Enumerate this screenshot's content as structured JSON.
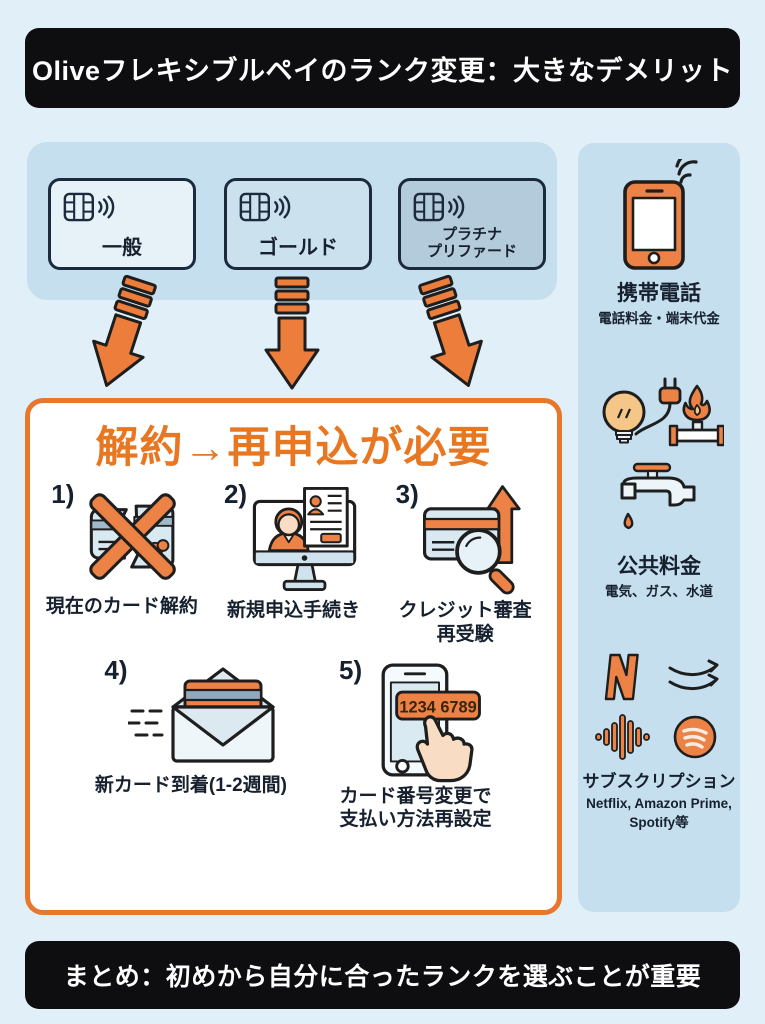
{
  "page": {
    "background": "#E1F0F8",
    "accent_orange": "#E87722",
    "panel_blue": "#C5DFEE",
    "banner_black": "#0E0E10"
  },
  "header": {
    "title": "Oliveフレキシブルペイのランク変更：大きなデメリット"
  },
  "ranks": {
    "cards": [
      {
        "label": "一般"
      },
      {
        "label": "ゴールド"
      },
      {
        "label": "プラチナ\nプリファード"
      }
    ]
  },
  "main_box": {
    "title": "解約→再申込が必要",
    "steps": [
      {
        "number": "1)",
        "label": "現在のカード解約"
      },
      {
        "number": "2)",
        "label": "新規申込手続き"
      },
      {
        "number": "3)",
        "label": "クレジット審査\n再受験"
      },
      {
        "number": "4)",
        "label": "新カード到着(1-2週間)"
      },
      {
        "number": "5)",
        "label": "カード番号変更で\n支払い方法再設定",
        "display_number": "1234 6789"
      }
    ]
  },
  "sidebar": {
    "sections": [
      {
        "title": "携帯電話",
        "caption": "電話料金・端末代金"
      },
      {
        "title": "公共料金",
        "caption": "電気、ガス、水道"
      },
      {
        "title": "サブスクリプション",
        "caption": "Netflix, Amazon Prime,\nSpotify等"
      }
    ]
  },
  "footer": {
    "title": "まとめ：初めから自分に合ったランクを選ぶことが重要"
  }
}
